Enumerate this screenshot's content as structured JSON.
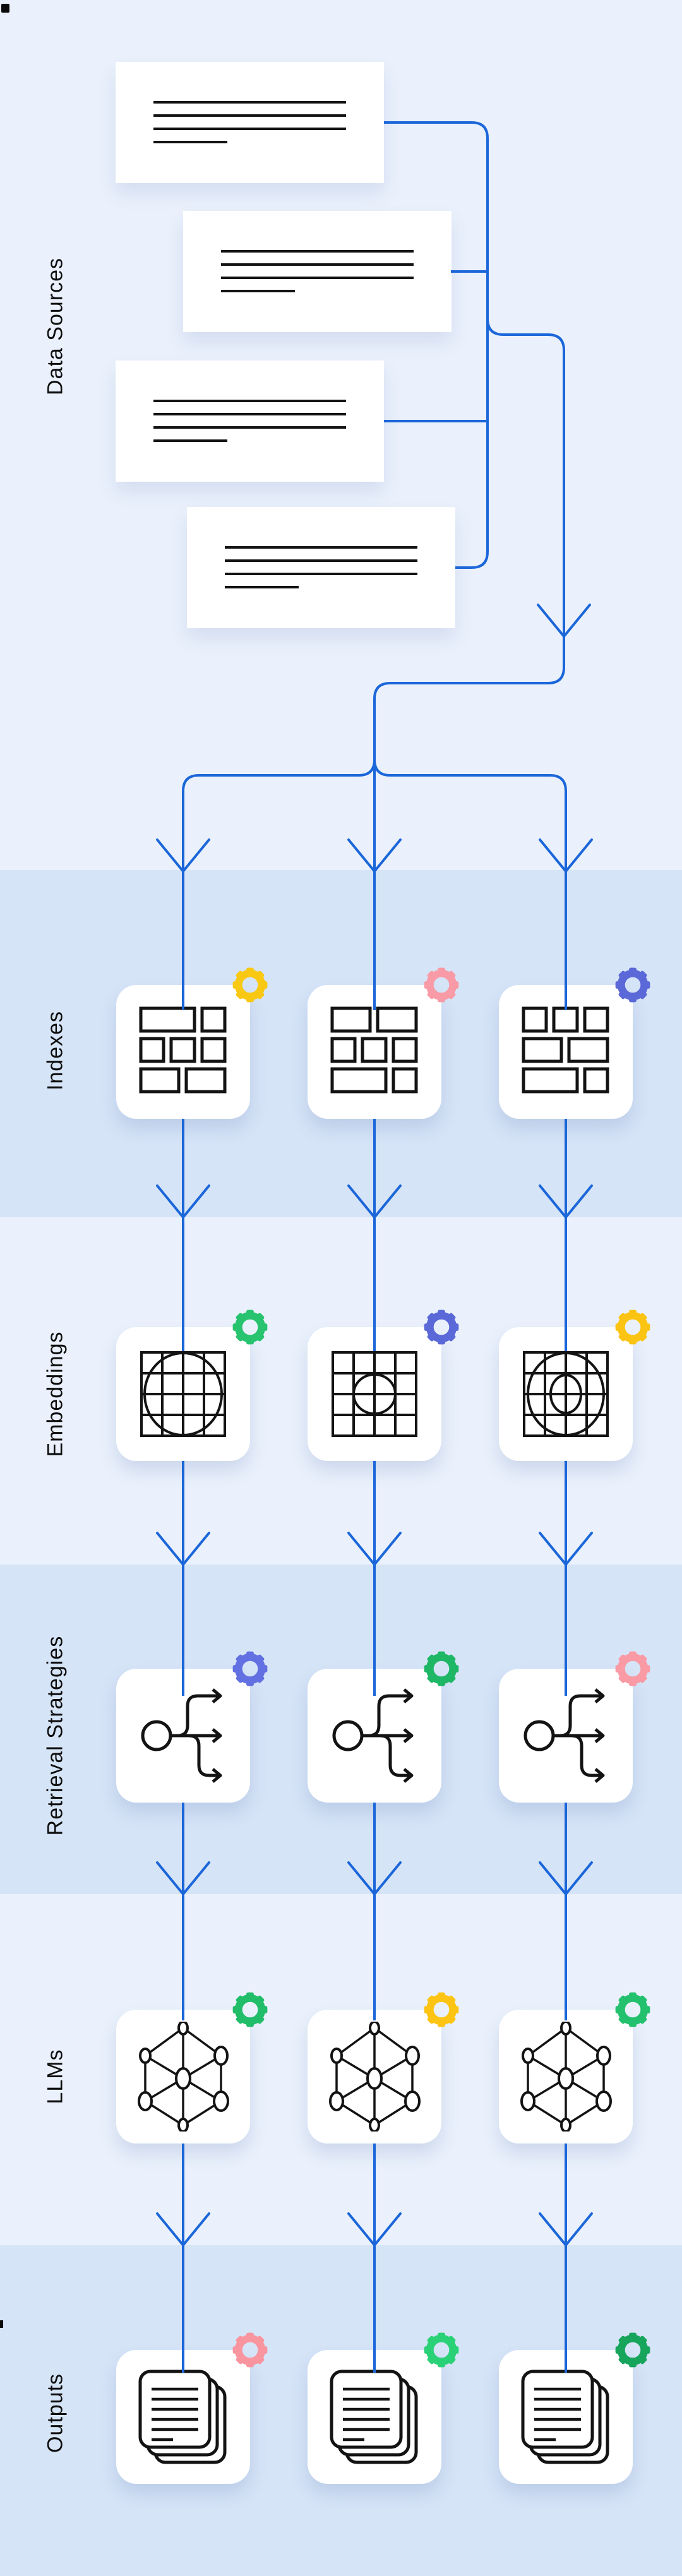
{
  "page": {
    "bg_light": "#eaf1fc",
    "bg_dark": "#d6e4f7",
    "connector_color": "#1b66d9",
    "card_color": "#ffffff",
    "icon_ink": "#131313"
  },
  "sections": [
    {
      "id": "data-sources",
      "label": "Data Sources",
      "cards": [
        {
          "icon": "document-text-skeleton-icon"
        },
        {
          "icon": "document-text-skeleton-icon"
        },
        {
          "icon": "document-text-skeleton-icon"
        },
        {
          "icon": "document-text-skeleton-icon"
        }
      ]
    },
    {
      "id": "indexes",
      "label": "Indexes",
      "cards": [
        {
          "icon": "layout-blocks-icon",
          "variant": "a",
          "gear_color": "#f9c813"
        },
        {
          "icon": "layout-blocks-icon",
          "variant": "b",
          "gear_color": "#f89ba6"
        },
        {
          "icon": "layout-blocks-icon",
          "variant": "c",
          "gear_color": "#5a68d8"
        }
      ]
    },
    {
      "id": "embeddings",
      "label": "Embeddings",
      "cards": [
        {
          "icon": "grid-ellipse-icon",
          "variant": "large-oval",
          "gear_color": "#28c36e"
        },
        {
          "icon": "grid-ellipse-icon",
          "variant": "small-oval",
          "gear_color": "#5a68d8"
        },
        {
          "icon": "grid-ellipse-icon",
          "variant": "double-oval",
          "gear_color": "#fbc413"
        }
      ]
    },
    {
      "id": "retrieval-strategies",
      "label": "Retrieval Strategies",
      "cards": [
        {
          "icon": "branch-arrows-icon",
          "gear_color": "#6270e2"
        },
        {
          "icon": "branch-arrows-icon",
          "gear_color": "#1eb766"
        },
        {
          "icon": "branch-arrows-icon",
          "gear_color": "#fa9aa4"
        }
      ]
    },
    {
      "id": "llms",
      "label": "LLMs",
      "cards": [
        {
          "icon": "network-graph-icon",
          "gear_color": "#21bd69"
        },
        {
          "icon": "network-graph-icon",
          "gear_color": "#fdc413"
        },
        {
          "icon": "network-graph-icon",
          "gear_color": "#23c16d"
        }
      ]
    },
    {
      "id": "outputs",
      "label": "Outputs",
      "cards": [
        {
          "icon": "stacked-documents-icon",
          "gear_color": "#f9959f"
        },
        {
          "icon": "stacked-documents-icon",
          "gear_color": "#2bd176"
        },
        {
          "icon": "stacked-documents-icon",
          "gear_color": "#17a55c"
        }
      ]
    }
  ]
}
